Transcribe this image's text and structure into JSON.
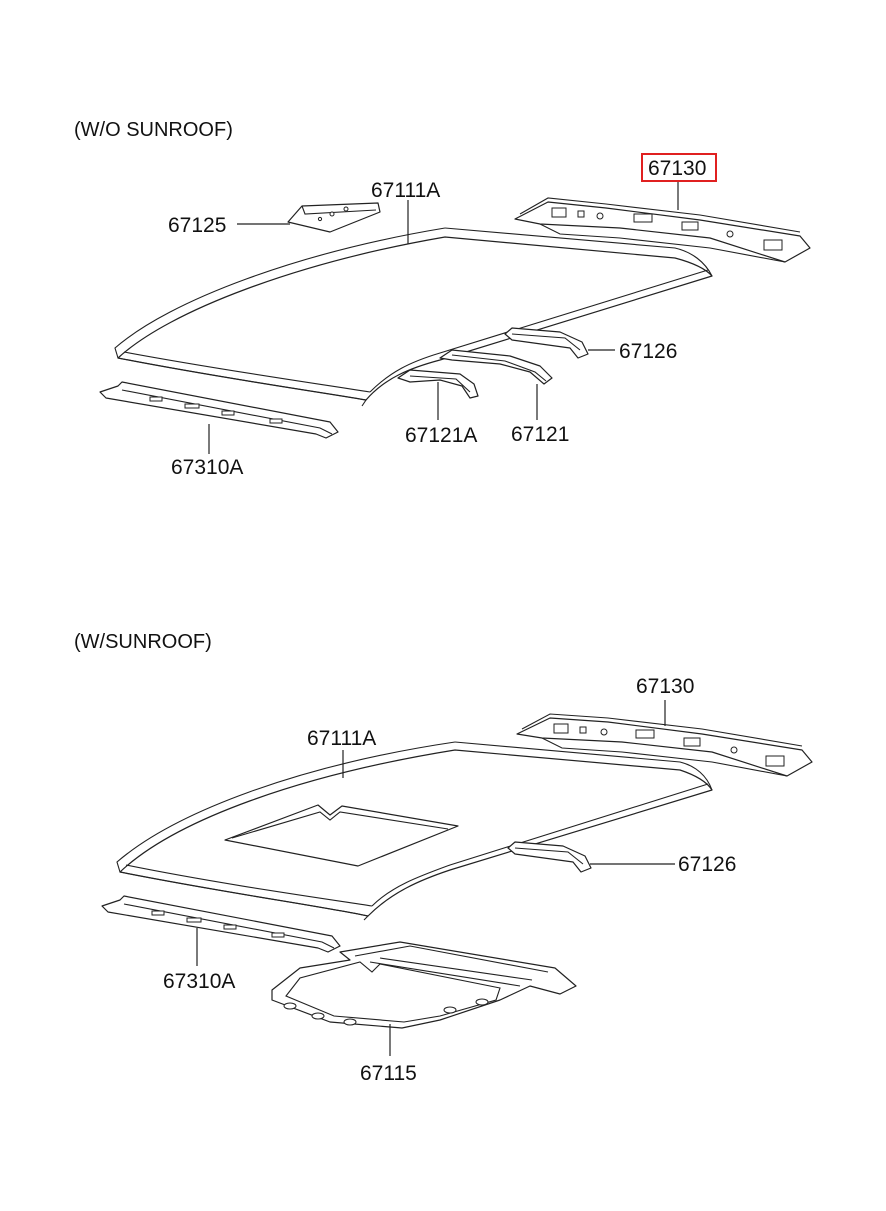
{
  "sections": [
    {
      "heading": "(W/O SUNROOF)",
      "labels": {
        "roof_panel": "67111A",
        "pad": "67125",
        "rear_rail": "67130",
        "bow_rear": "67126",
        "bow_mid": "67121",
        "bow_front": "67121A",
        "front_rail": "67310A"
      },
      "highlighted": "67130"
    },
    {
      "heading": "(W/SUNROOF)",
      "labels": {
        "roof_panel": "67111A",
        "rear_rail": "67130",
        "bow_rear": "67126",
        "front_rail": "67310A",
        "sunroof_frame": "67115"
      }
    }
  ],
  "colors": {
    "highlight_box": "#e02020",
    "line": "#222222",
    "background": "#ffffff"
  }
}
